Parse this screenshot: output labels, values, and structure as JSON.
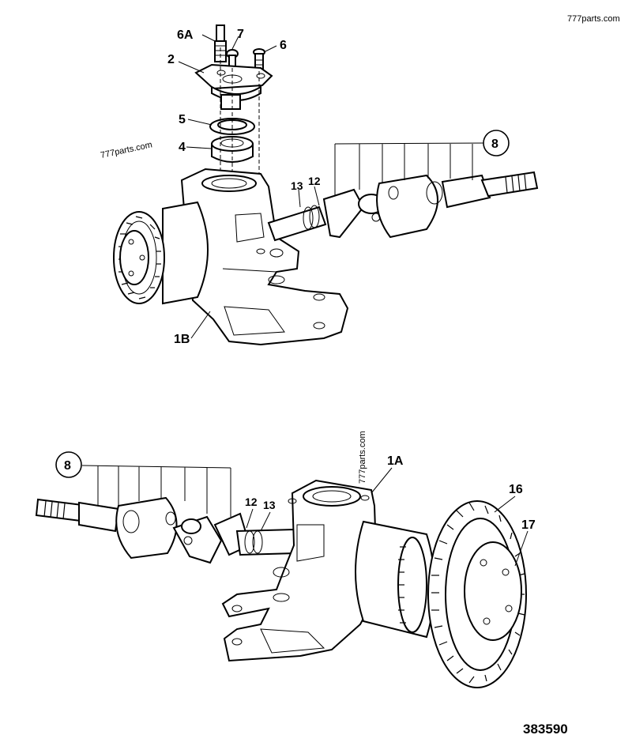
{
  "watermarks": {
    "top_right": "777parts.com",
    "upper_left": "777parts.com",
    "middle_vertical": "777parts.com"
  },
  "drawing_number": "383590",
  "upper_assembly": {
    "callouts": [
      "6A",
      "7",
      "6",
      "2",
      "5",
      "4",
      "8",
      "13",
      "12",
      "1B"
    ]
  },
  "lower_assembly": {
    "callouts": [
      "8",
      "1A",
      "12",
      "13",
      "16",
      "17"
    ]
  }
}
